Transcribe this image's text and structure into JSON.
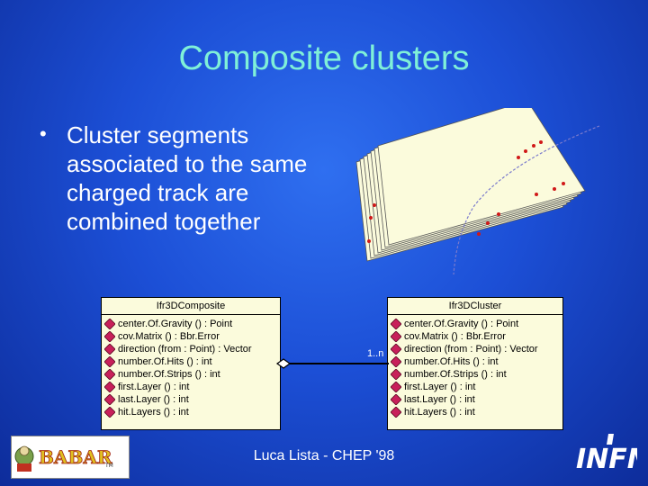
{
  "slide": {
    "title": "Composite clusters",
    "bullet": "Cluster segments associated to the same charged track are combined together",
    "footer": "Luca Lista - CHEP '98"
  },
  "composite": {
    "name": "Ifr3DComposite",
    "methods": [
      "center.Of.Gravity () : Point",
      "cov.Matrix () : Bbr.Error",
      "direction (from : Point) : Vector",
      "number.Of.Hits () : int",
      "number.Of.Strips () : int",
      "first.Layer () : int",
      "last.Layer () : int",
      "hit.Layers () : int"
    ]
  },
  "cluster": {
    "name": "Ifr3DCluster",
    "methods": [
      "center.Of.Gravity () : Point",
      "cov.Matrix () : Bbr.Error",
      "direction (from : Point) : Vector",
      "number.Of.Hits () : int",
      "number.Of.Strips () : int",
      "first.Layer () : int",
      "last.Layer () : int",
      "hit.Layers () : int"
    ]
  },
  "association": {
    "multiplicity": "1..n"
  },
  "logos": {
    "left": "BaBar",
    "right": "INFN"
  },
  "colors": {
    "title": "#7ff0d8",
    "box_fill": "#fbfbdc",
    "hit": "#d01818"
  }
}
